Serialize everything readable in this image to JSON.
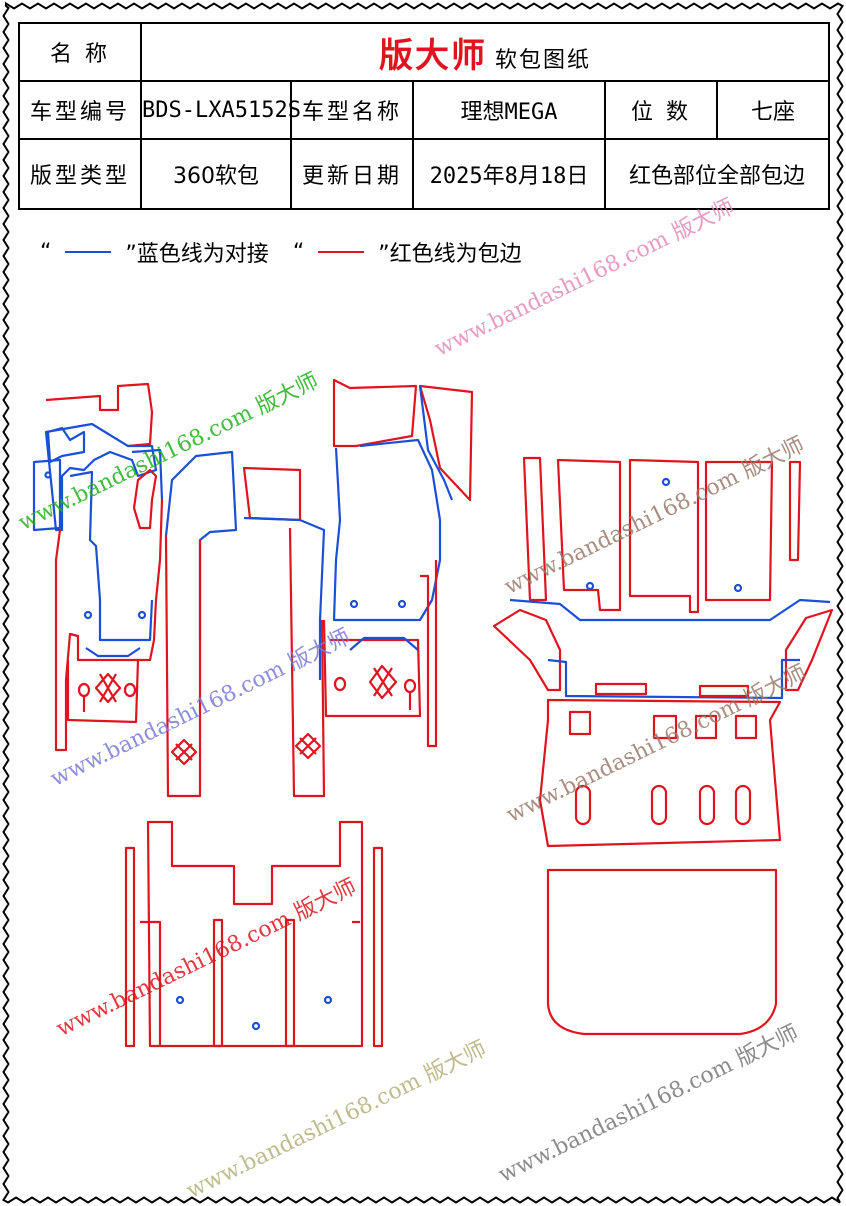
{
  "header": {
    "name_label": "名 称",
    "brand": "版大师",
    "doc_type": "软包图纸",
    "model_code_label": "车型编号",
    "model_code": "BDS-LXA5152S",
    "model_name_label": "车型名称",
    "model_name": "理想MEGA",
    "seats_label": "位 数",
    "seats": "七座",
    "pattern_type_label": "版型类型",
    "pattern_type": "360软包",
    "update_label": "更新日期",
    "update_date": "2025年8月18日",
    "note": "红色部位全部包边"
  },
  "legend": {
    "blue_quote_open": "“",
    "blue_quote_close": "”蓝色线为对接",
    "red_quote_open": "“",
    "red_quote_close": "”红色线为包边",
    "blue_color": "#1a4fd8",
    "red_color": "#e0141e"
  },
  "watermark": {
    "site": "www.bandashi168.com",
    "brand": "版大师"
  }
}
